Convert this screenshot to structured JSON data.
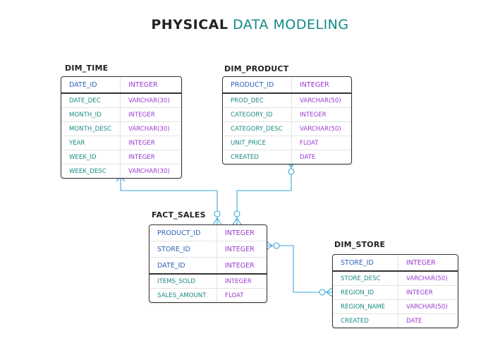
{
  "title": {
    "bold": "PHYSICAL",
    "light": "DATA MODELING"
  },
  "colors": {
    "accent": "#138a86",
    "pk_column": "#2c64b8",
    "column": "#1b8a82",
    "type": "#9a3ad0",
    "connector": "#3aa6d8"
  },
  "tables": {
    "dim_time": {
      "name": "DIM_TIME",
      "pk": [
        {
          "col": "DATE_ID",
          "type": "INTEGER"
        }
      ],
      "rows": [
        {
          "col": "DATE_DEC",
          "type": "VARCHAR(30)"
        },
        {
          "col": "MONTH_ID",
          "type": "INTEGER"
        },
        {
          "col": "MONTH_DESC",
          "type": "VARCHAR(30)"
        },
        {
          "col": "YEAR",
          "type": "INTEGER"
        },
        {
          "col": "WEEK_ID",
          "type": "INTEGER"
        },
        {
          "col": "WEEK_DESC",
          "type": "VARCHAR(30)"
        }
      ]
    },
    "dim_product": {
      "name": "DIM_PRODUCT",
      "pk": [
        {
          "col": "PRODUCT_ID",
          "type": "INTEGER"
        }
      ],
      "rows": [
        {
          "col": "PROD_DEC",
          "type": "VARCHAR(50)"
        },
        {
          "col": "CATEGORY_ID",
          "type": "INTEGER"
        },
        {
          "col": "CATEGORY_DESC",
          "type": "VARCHAR(50)"
        },
        {
          "col": "UNIT_PRICE",
          "type": "FLOAT"
        },
        {
          "col": "CREATED",
          "type": "DATE"
        }
      ]
    },
    "fact_sales": {
      "name": "FACT_SALES",
      "pk": [
        {
          "col": "PRODUCT_ID",
          "type": "INTEGER"
        },
        {
          "col": "STORE_ID",
          "type": "INTEGER"
        },
        {
          "col": "DATE_ID",
          "type": "INTEGER"
        }
      ],
      "rows": [
        {
          "col": "ITEMS_SOLD",
          "type": "INTEGER"
        },
        {
          "col": "SALES_AMOUNT",
          "type": "FLOAT"
        }
      ]
    },
    "dim_store": {
      "name": "DIM_STORE",
      "pk": [
        {
          "col": "STORE_ID",
          "type": "INTEGER"
        }
      ],
      "rows": [
        {
          "col": "STORE_DESC",
          "type": "VARCHAR(50)"
        },
        {
          "col": "REGION_ID",
          "type": "INTEGER"
        },
        {
          "col": "REGION_NAME",
          "type": "VARCHAR(50)"
        },
        {
          "col": "CREATED",
          "type": "DATE"
        }
      ]
    }
  }
}
